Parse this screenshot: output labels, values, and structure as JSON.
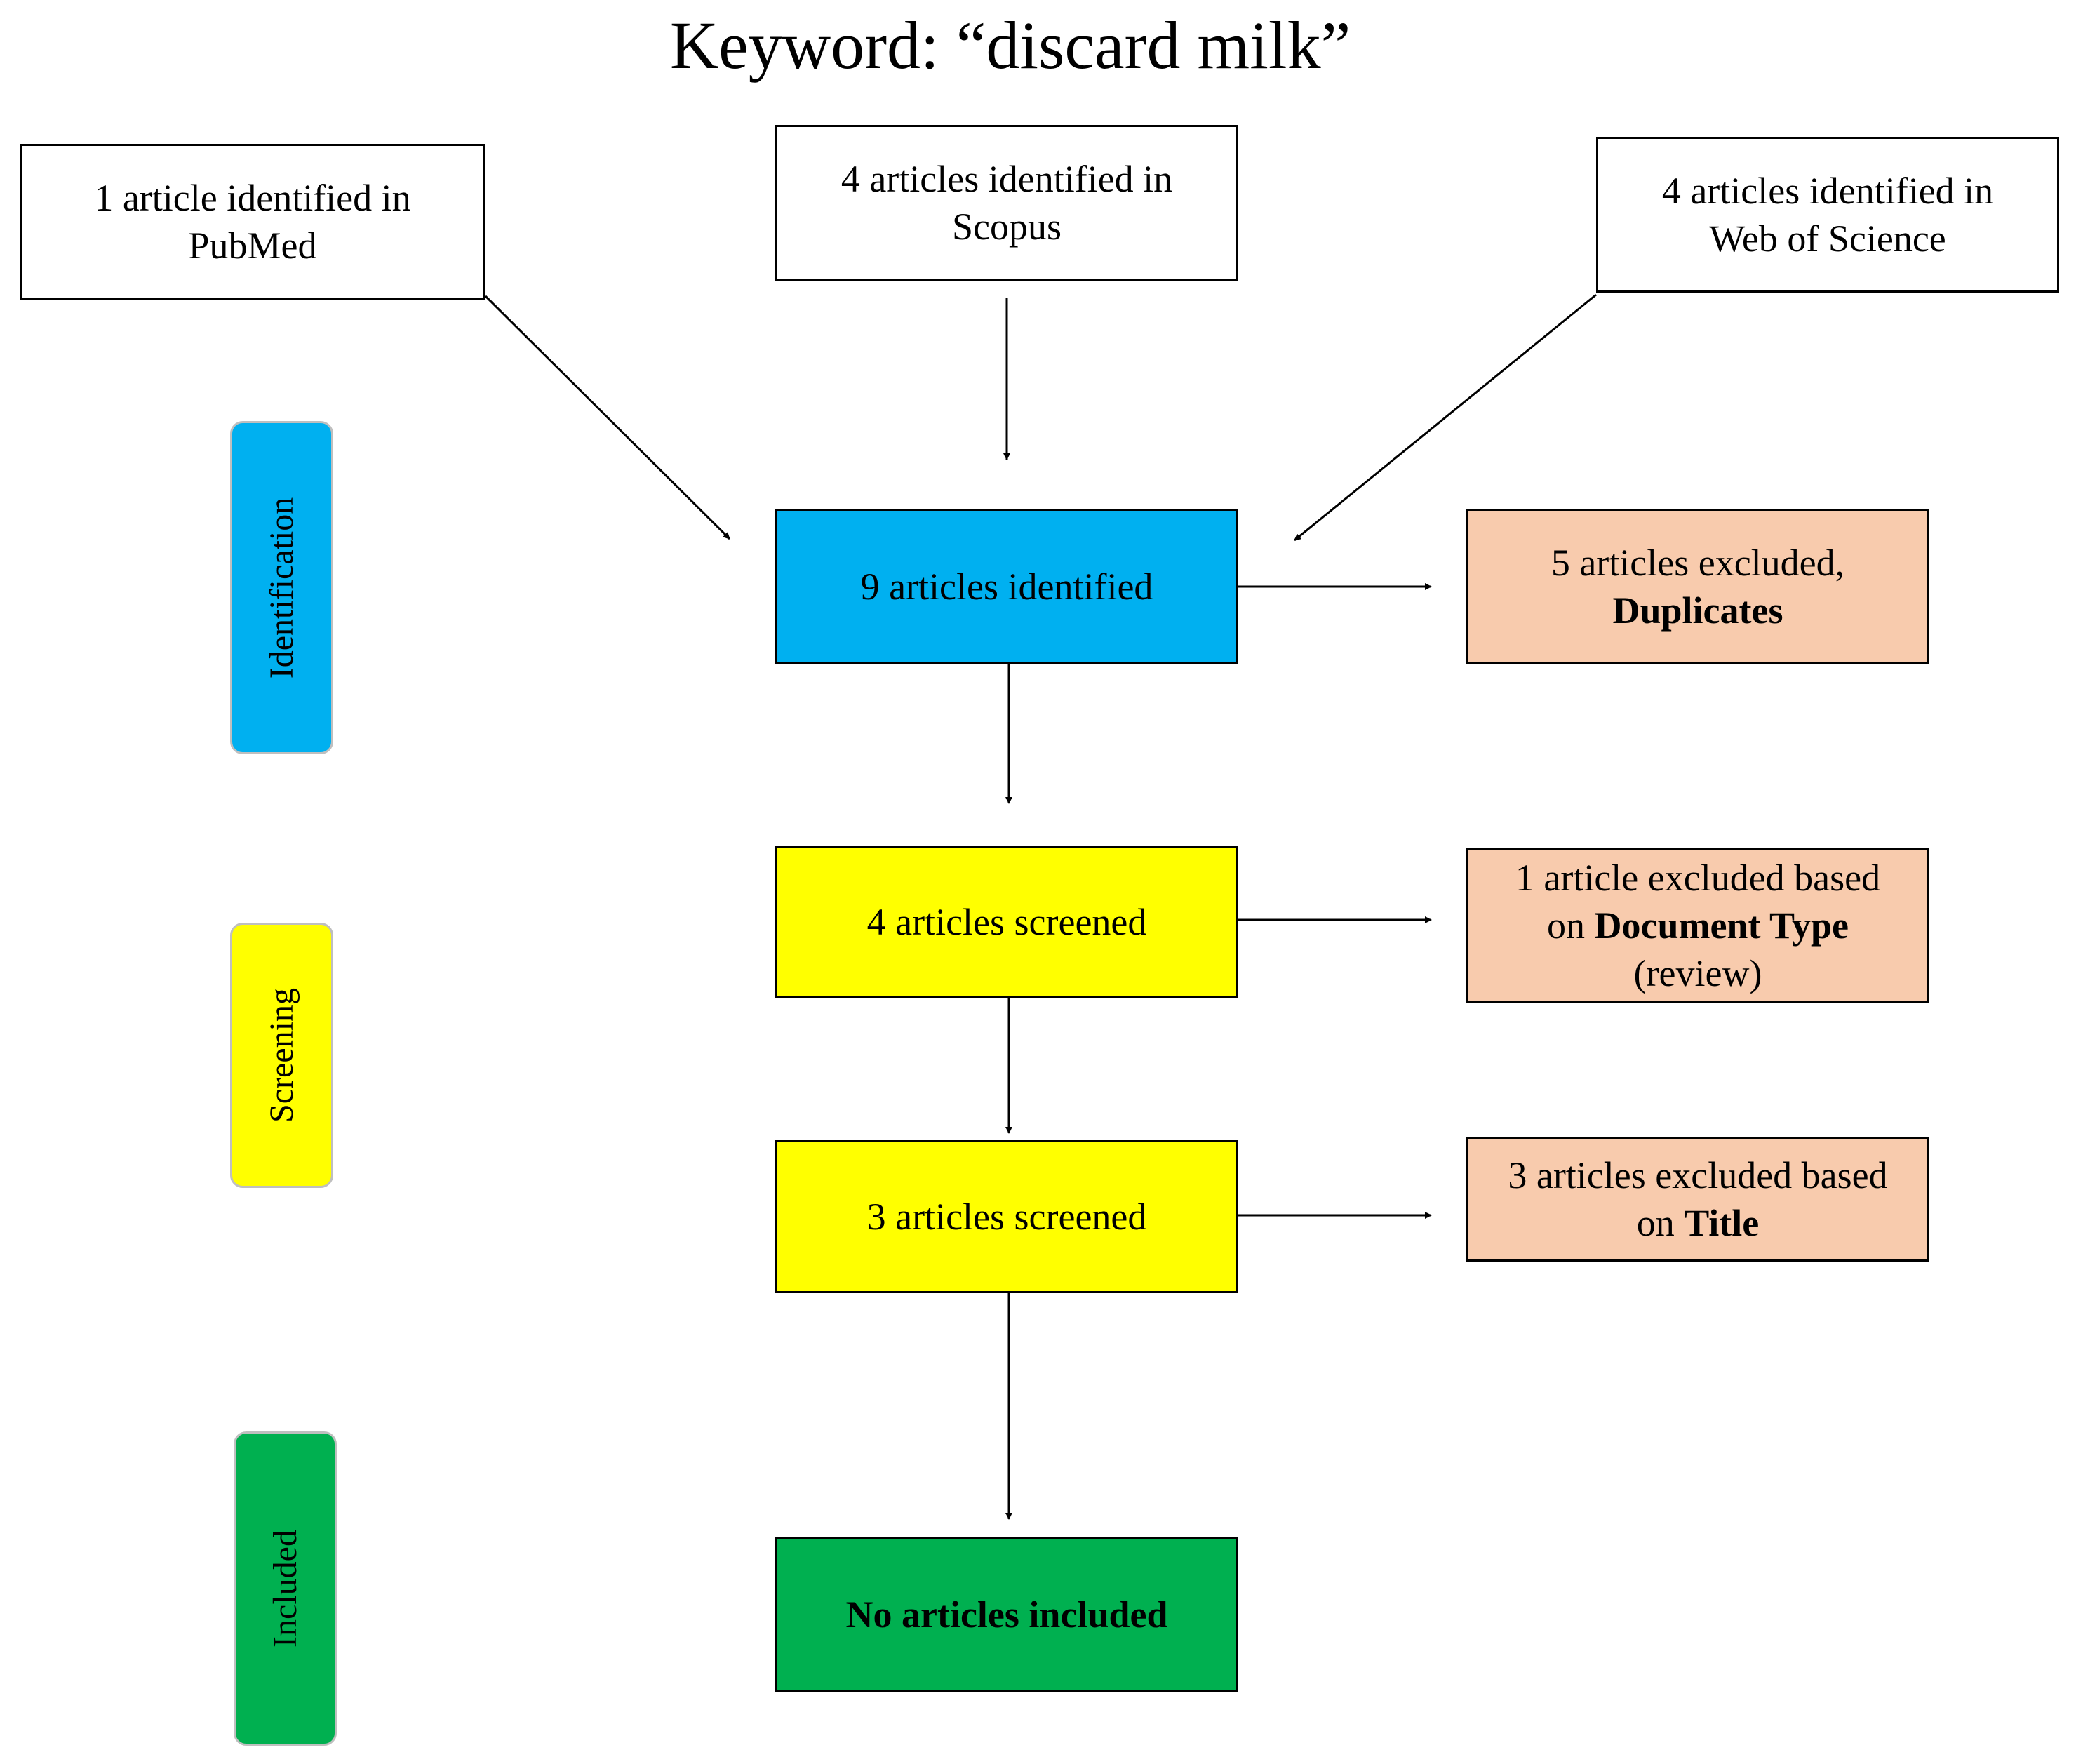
{
  "title": "Keyword: “discard milk”",
  "sources": {
    "pubmed": [
      "1 article identified in",
      "PubMed"
    ],
    "scopus": [
      "4 articles identified in",
      "Scopus"
    ],
    "wos": [
      "4 articles identified in",
      "Web of Science"
    ]
  },
  "stages": {
    "identification": "Identification",
    "screening": "Screening",
    "included": "Included"
  },
  "flow": {
    "identified": "9 articles identified",
    "screened_1": "4 articles screened",
    "screened_2": "3 articles screened",
    "included": "No articles included"
  },
  "exclusions": {
    "duplicates": {
      "line1": "5 articles excluded,",
      "bold": "Duplicates"
    },
    "doctype": {
      "line1": "1 article excluded based",
      "pre": "on ",
      "bold": "Document Type",
      "line3": "(review)"
    },
    "title": {
      "line1": "3 articles excluded based",
      "pre": "on ",
      "bold": "Title"
    }
  },
  "colors": {
    "identification": "#00b0f0",
    "screening": "#ffff00",
    "included": "#00b050",
    "excluded": "#f8cbad"
  }
}
